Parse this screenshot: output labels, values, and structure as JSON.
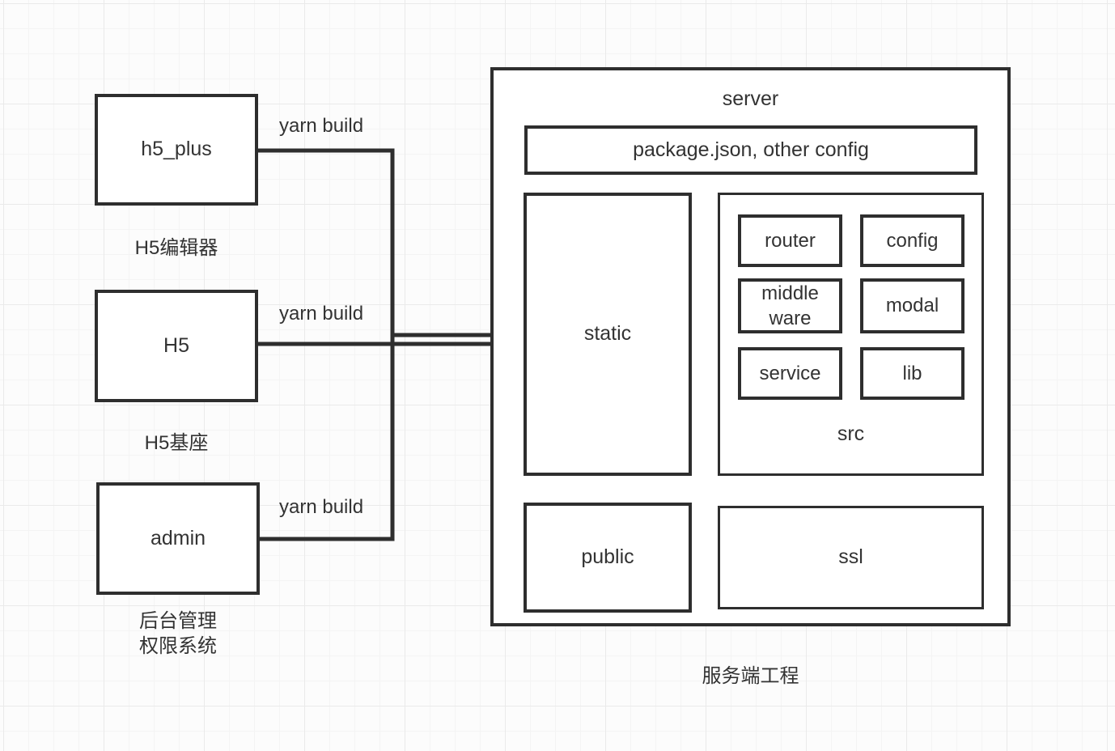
{
  "diagram": {
    "background_color": "#fcfcfc",
    "grid_color": "#eaeaea",
    "stroke_color": "#2e2e2e",
    "text_color": "#333333",
    "left_nodes": [
      {
        "id": "h5_plus",
        "label": "h5_plus",
        "caption": "H5编辑器",
        "edge_label": "yarn build"
      },
      {
        "id": "h5",
        "label": "H5",
        "caption": "H5基座",
        "edge_label": "yarn build"
      },
      {
        "id": "admin",
        "label": "admin",
        "caption": "后台管理\n权限系统",
        "edge_label": "yarn build"
      }
    ],
    "server": {
      "title": "server",
      "caption": "服务端工程",
      "config_box": "package.json, other config",
      "static_box": "static",
      "src": {
        "title": "src",
        "items": [
          {
            "label": "router"
          },
          {
            "label": "config"
          },
          {
            "label": "middle\nware"
          },
          {
            "label": "modal"
          },
          {
            "label": "service"
          },
          {
            "label": "lib"
          }
        ]
      },
      "public_box": "public",
      "ssl_box": "ssl"
    }
  }
}
